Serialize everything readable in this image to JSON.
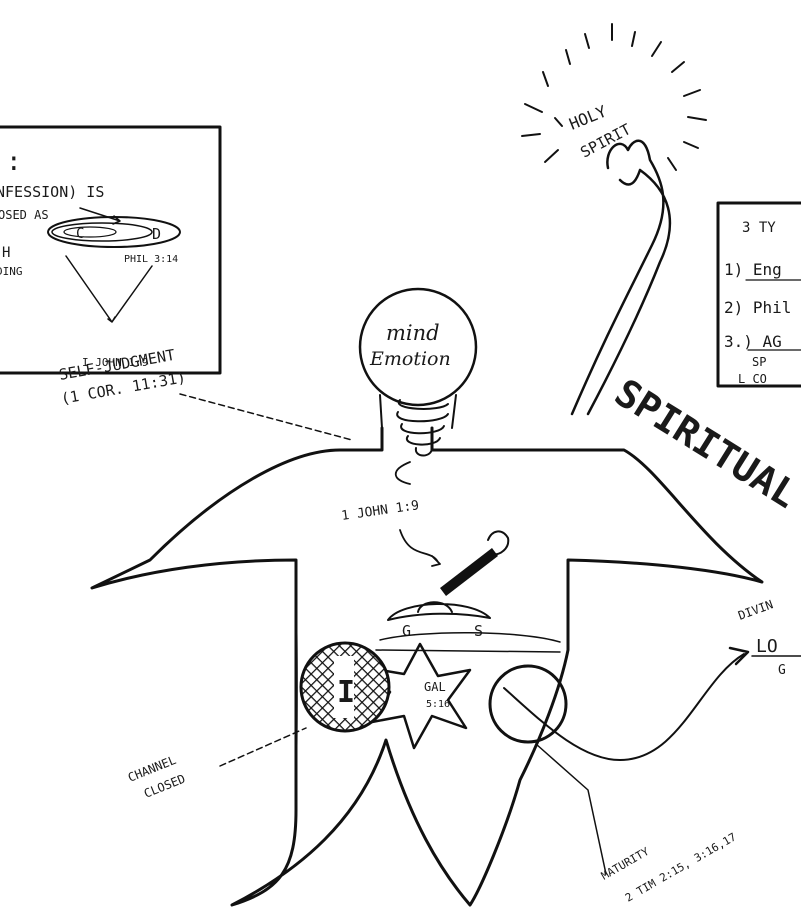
{
  "left_box": {
    "heading": ":",
    "line1": "NFESSION) IS",
    "line2": "OSED AS",
    "left_mark": "C",
    "right_mark": "D",
    "ref_left": "H",
    "ref_mid": "PHIL 3:14",
    "ref_bottom": "I JOHN 1:9",
    "word_left": "DING"
  },
  "right_box": {
    "heading": "3 TY",
    "item1": "1) Eng",
    "item2": "2) Phil",
    "item3": "3.) AG",
    "item3_sub1": "SP",
    "item3_sub2": "L CO"
  },
  "holy_spirit": {
    "word1": "HOLY",
    "word2": "SPIRIT"
  },
  "head": {
    "line1": "mind",
    "line2": "Emotion"
  },
  "labels": {
    "self_judgment_1": "SELF-JUDGMENT",
    "self_judgment_2": "(1 COR. 11:31)",
    "john_ref": "1 JOHN 1:9",
    "spiritual": "SPIRITUAL",
    "g_left": "G",
    "s_right": "S",
    "gal_1": "GAL",
    "gal_2": "5:16",
    "i_letter": "I",
    "channel_1": "CHANNEL",
    "channel_2": "CLOSED",
    "maturity_1": "MATURITY",
    "maturity_2": "2 TIM 2:15, 3:16,17",
    "divine": "DIVIN",
    "love": "LO",
    "love_g": "G"
  }
}
